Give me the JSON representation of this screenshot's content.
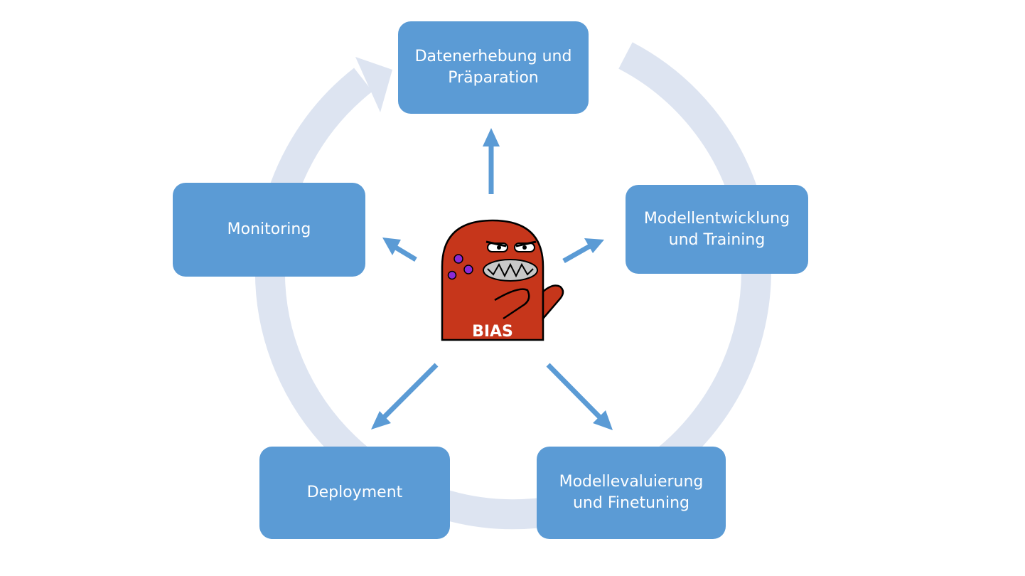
{
  "steps": [
    {
      "label": "Datenerhebung und\nPräparation"
    },
    {
      "label": "Modellentwicklung\nund Training"
    },
    {
      "label": "Modellevaluierung\nund Finetuning"
    },
    {
      "label": "Deployment"
    },
    {
      "label": "Monitoring"
    }
  ],
  "center": {
    "label": "BIAS",
    "icon": "bias-monster-icon"
  },
  "colors": {
    "box": "#5b9bd5",
    "cycle_ring": "#dde4f1",
    "arrow": "#5b9bd5",
    "monster": "#c6361b",
    "spots": "#8b2ad6"
  }
}
